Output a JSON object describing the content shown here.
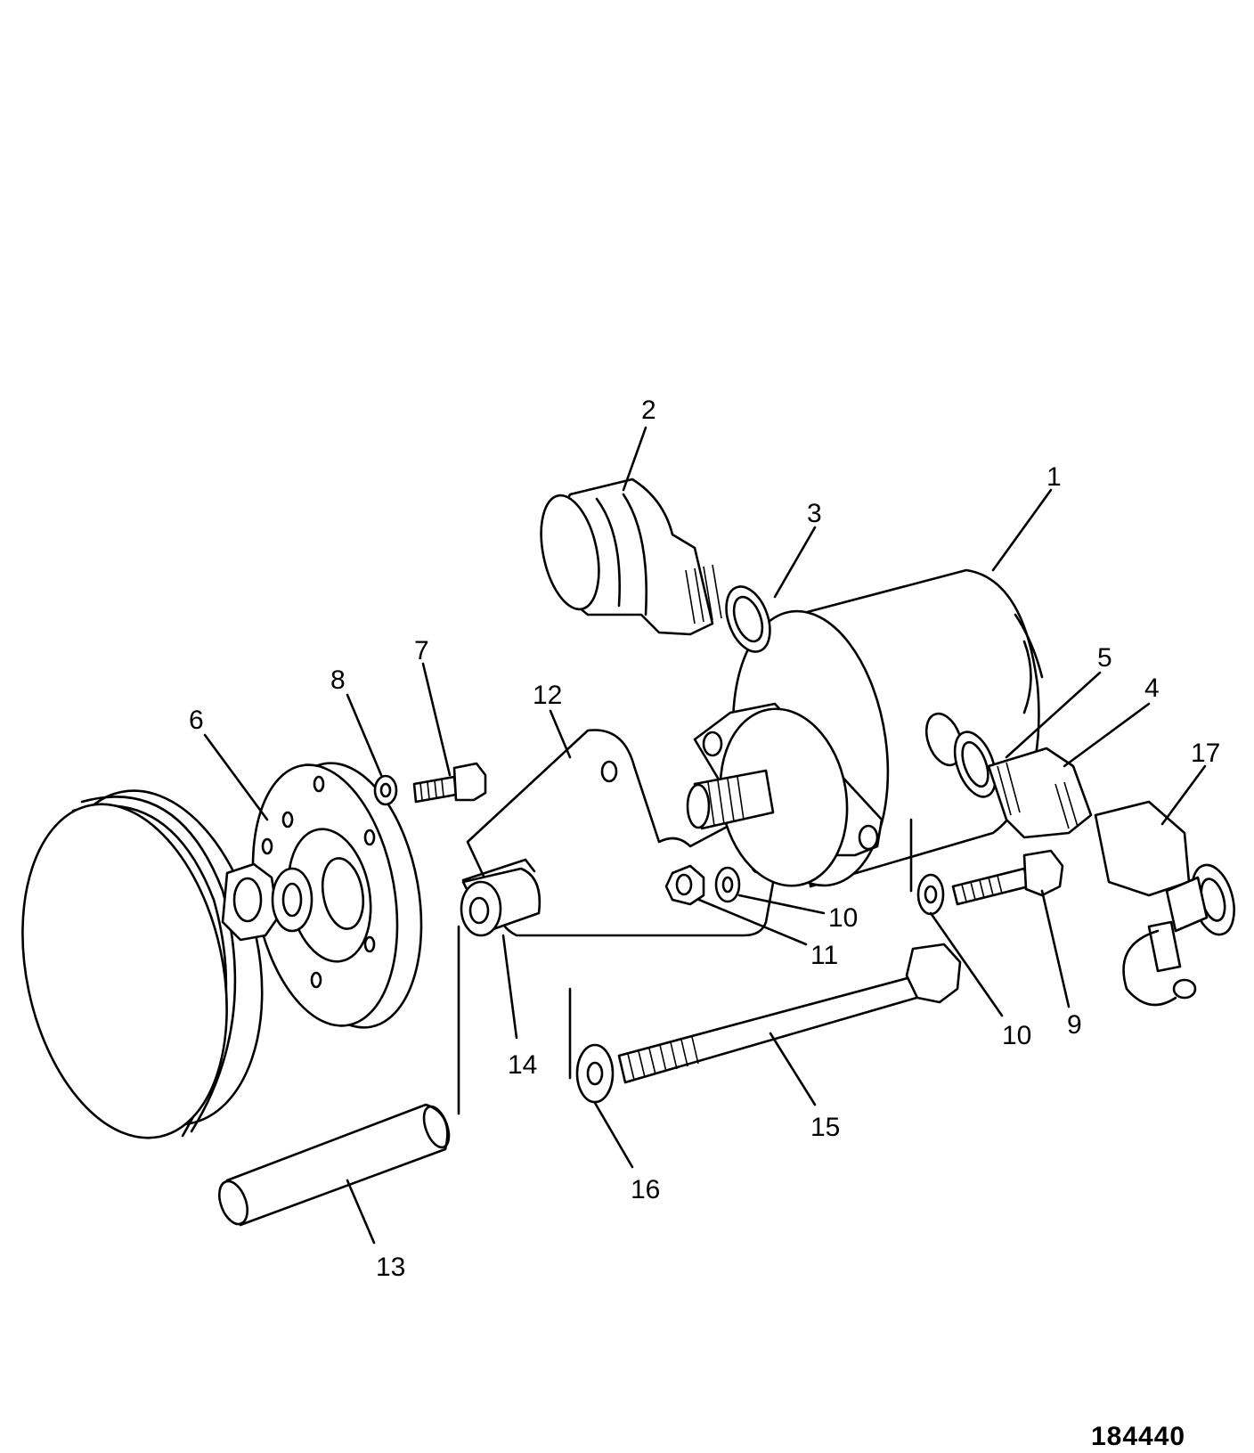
{
  "diagram": {
    "reference_number": "184440",
    "callouts": {
      "c1": "1",
      "c2": "2",
      "c3": "3",
      "c4": "4",
      "c5": "5",
      "c6": "6",
      "c7": "7",
      "c8": "8",
      "c9": "9",
      "c10a": "10",
      "c10b": "10",
      "c11": "11",
      "c12": "12",
      "c13": "13",
      "c14": "14",
      "c15": "15",
      "c16": "16",
      "c17": "17"
    }
  }
}
